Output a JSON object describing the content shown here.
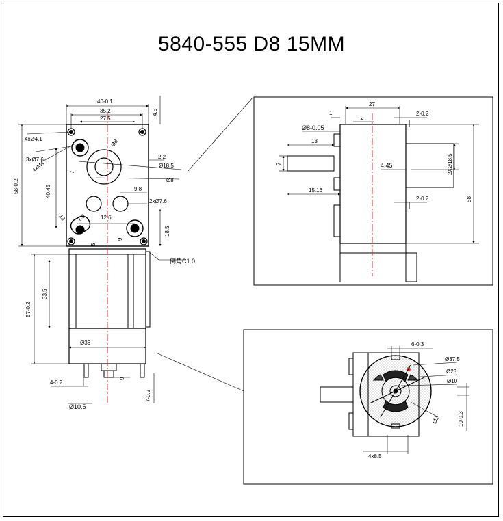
{
  "title": "5840-555 D8 15MM",
  "front_view": {
    "dims": {
      "width_total": "40-0.1",
      "hole_spacing": "35.2",
      "inner_spacing": "27.5",
      "top_offset": "4.5",
      "mount_holes": "4xØ4.1",
      "holes_3": "3xØ7.6",
      "thread": "4xM4",
      "shaft_d": "Ø8",
      "boss_d": "Ø18.5",
      "shaft_d2": "Ø8",
      "edge": "2.2",
      "v_7": "7",
      "v_4045": "40.45",
      "v_58": "58-0.2",
      "v_98": "9.8",
      "holes_2": "2xØ7.6",
      "v_13": "13",
      "v_76": "7.6",
      "v_126": "12.6",
      "v_185": "18.5",
      "v_9": "9",
      "v_5": "5",
      "chamfer": "倒角C1.0"
    }
  },
  "motor_view": {
    "dims": {
      "len": "57-0.2",
      "body": "33.5",
      "dia": "Ø36",
      "term": "4-0.2",
      "v_9": "9",
      "v_7": "7-0.2",
      "boss": "Ø10.5"
    }
  },
  "side_view": {
    "dims": {
      "w27": "27",
      "v1": "1",
      "v2": "2",
      "t1": "2-0.2",
      "shaft": "Ø8-0.05",
      "l13": "13",
      "v7": "7",
      "v445": "4.45",
      "boss": "2XØ18.5",
      "l1516": "15.16",
      "t2": "2-0.2",
      "h58": "58"
    }
  },
  "end_view": {
    "dims": {
      "w6": "6-0.3",
      "d375": "Ø37.5",
      "d23": "Ø23",
      "d10": "Ø10",
      "h10": "10-0.3",
      "d2": "Ø2",
      "b48": "4x8.5"
    }
  }
}
